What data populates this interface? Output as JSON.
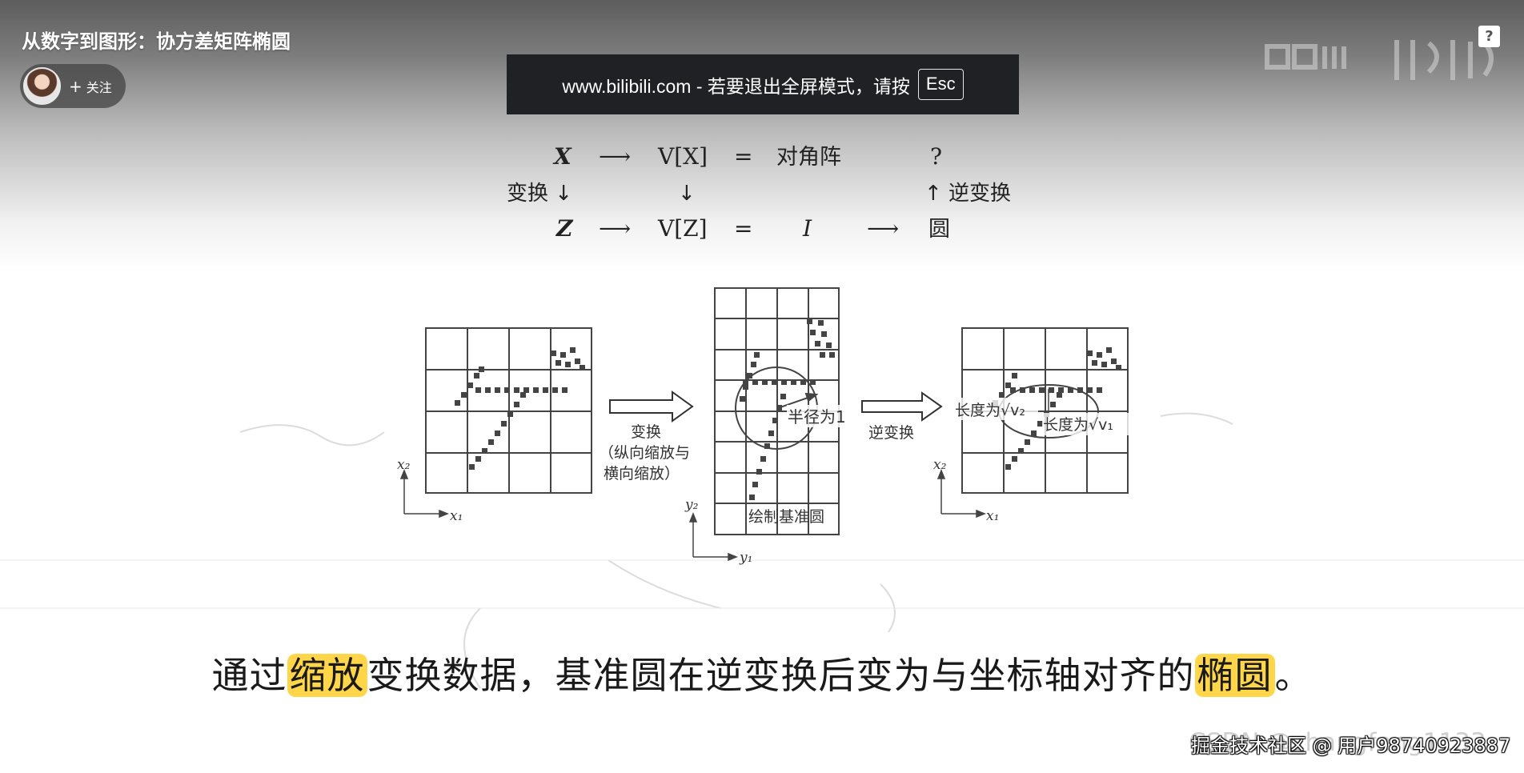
{
  "video": {
    "title": "从数字到图形：协方差矩阵椭圆",
    "follow_label": "关注",
    "follow_plus": "+"
  },
  "fullscreen_notice": {
    "message": "www.bilibili.com - 若要退出全屏模式，请按",
    "key": "Esc"
  },
  "help": {
    "label": "?"
  },
  "formula": {
    "row1": {
      "left": "X",
      "arrow1": "⟶",
      "var": "V[X]",
      "eq": "=",
      "value": "对角阵",
      "right": "?"
    },
    "row2": {
      "left": "变换 ↓",
      "mid": "↓",
      "right": "↑ 逆变换"
    },
    "row3": {
      "left": "Z",
      "arrow1": "⟶",
      "var": "V[Z]",
      "eq": "=",
      "value": "I",
      "arrow2": "⟶",
      "right": "圆"
    }
  },
  "diagram": {
    "panel1": {
      "axis_y": "x₂",
      "axis_x": "x₁"
    },
    "arrow1": {
      "label_line1": "变换",
      "label_line2": "（纵向缩放与",
      "label_line3": "横向缩放）"
    },
    "panel2": {
      "radius_label": "半径为1",
      "circle_label": "绘制基准圆",
      "axis_y": "y₂",
      "axis_x": "y₁"
    },
    "arrow2": {
      "label": "逆变换"
    },
    "panel3": {
      "len_label_1": "长度为√v₂",
      "len_label_2": "长度为√v₁",
      "axis_y": "x₂",
      "axis_x": "x₁"
    }
  },
  "subtitle": {
    "part1": "通过",
    "hl1": "缩放",
    "part2": "变换数据，基准圆在逆变换后变为与坐标轴对齐的",
    "hl2": "椭圆",
    "part3": "。"
  },
  "watermark": {
    "main": "掘金技术社区 @ 用户98740923887",
    "faint": "CSDN @zhangfeng1133"
  }
}
